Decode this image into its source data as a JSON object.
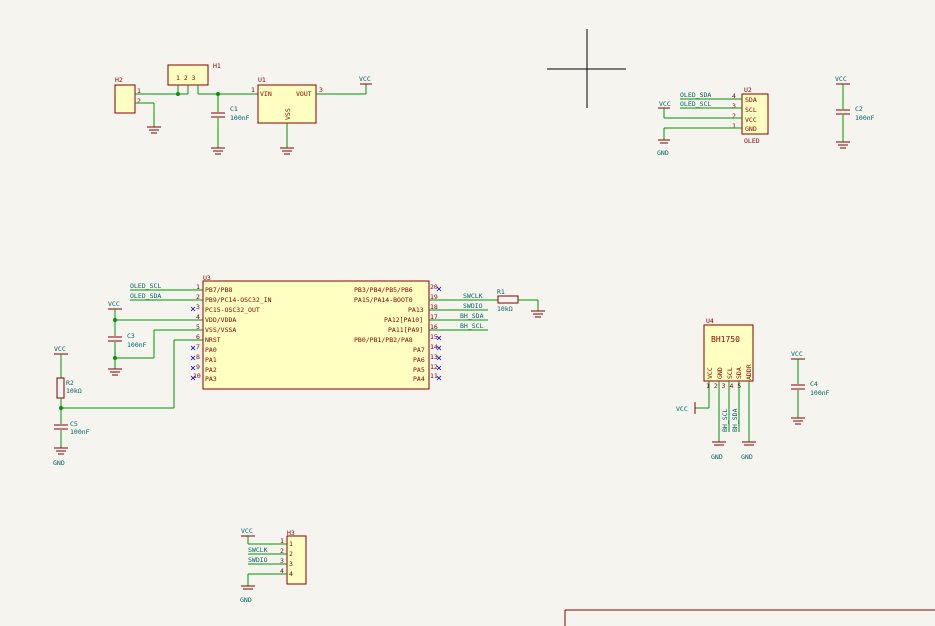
{
  "labels": {
    "vcc": "VCC",
    "gnd": "GND"
  },
  "nets": {
    "oled_sda": "OLED_SDA",
    "oled_scl": "OLED_SCL",
    "swclk": "SWCLK",
    "swdio": "SWDIO",
    "bh_sda": "BH_SDA",
    "bh_scl": "BH_SCL"
  },
  "components": {
    "h1": {
      "ref": "H1"
    },
    "h2": {
      "ref": "H2"
    },
    "h3": {
      "ref": "H3"
    },
    "u1": {
      "ref": "U1",
      "pin_vin": "VIN",
      "pin_vout": "VOUT",
      "pin_vss": "VSS"
    },
    "u2": {
      "ref": "U2",
      "value": "OLED"
    },
    "u3": {
      "ref": "U3",
      "left": [
        "PB7/PB8",
        "PB9/PC14-OSC32_IN",
        "PC15-OSC32_OUT",
        "VDD/VDDA",
        "VSS/VSSA",
        "NRST",
        "PA0",
        "PA1",
        "PA2",
        "PA3"
      ],
      "right": [
        "PB3/PB4/PB5/PB6",
        "PA15/PA14-BOOT0",
        "PA13",
        "PA12[PA10]",
        "PA11[PA9]",
        "PB0/PB1/PB2/PA8",
        "PA7",
        "PA6",
        "PA5",
        "PA4"
      ]
    },
    "u4": {
      "ref": "U4",
      "value": "BH1750"
    },
    "c1": {
      "ref": "C1",
      "value": "100nF"
    },
    "c2": {
      "ref": "C2",
      "value": "100nF"
    },
    "c3": {
      "ref": "C3",
      "value": "100nF"
    },
    "c4": {
      "ref": "C4",
      "value": "100nF"
    },
    "c5": {
      "ref": "C5",
      "value": "100nF"
    },
    "r1": {
      "ref": "R1",
      "value": "10kΩ"
    },
    "r2": {
      "ref": "R2",
      "value": "10kΩ"
    }
  }
}
